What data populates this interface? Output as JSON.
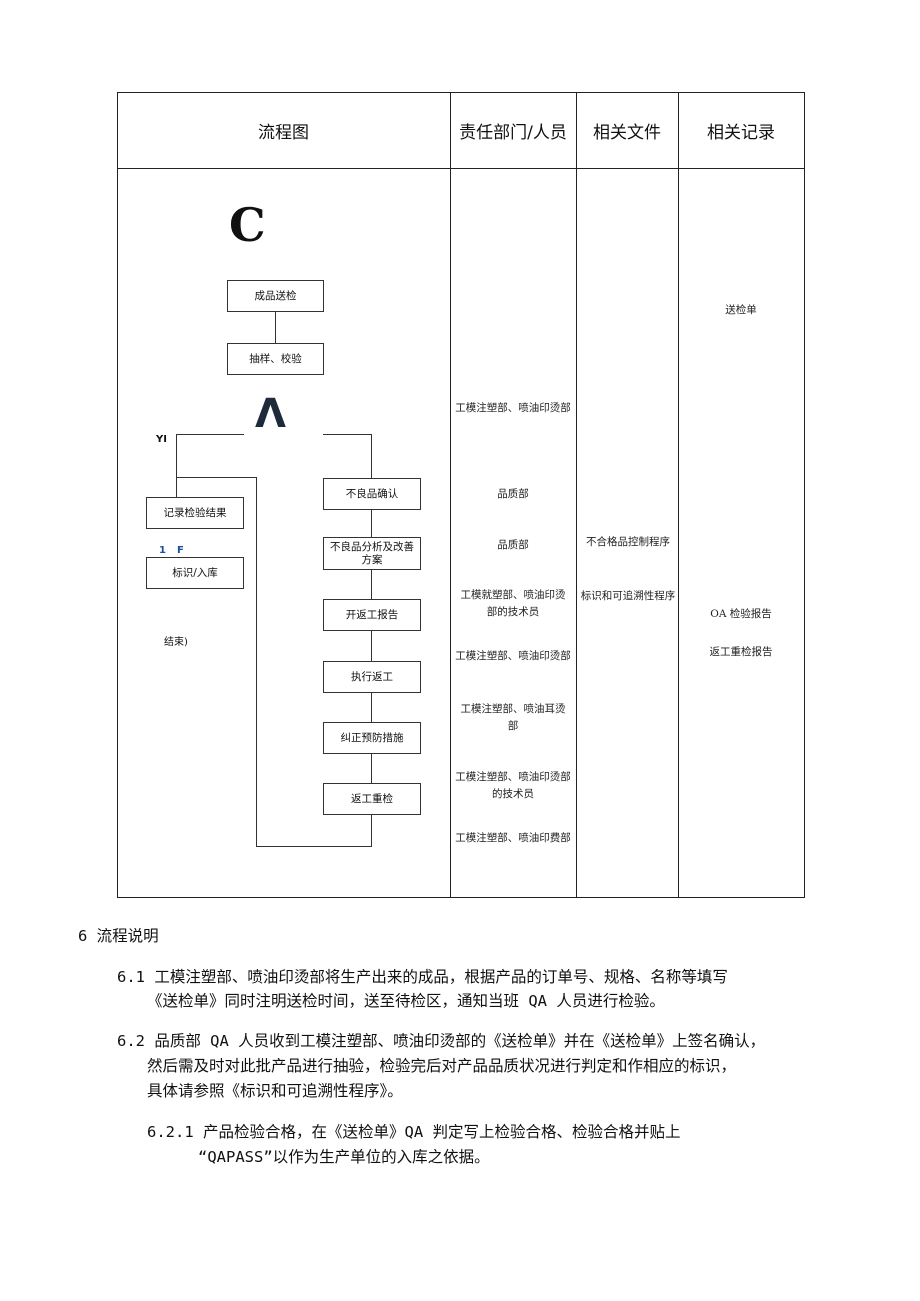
{
  "table": {
    "headers": [
      "流程图",
      "责任部门/人员",
      "相关文件",
      "相关记录"
    ],
    "flow": {
      "start_symbol": "C",
      "decision_symbol": "Λ",
      "yes_label": "YI",
      "step_label_1": "1",
      "step_label_f": "F",
      "boxes": {
        "submit": "成品送检",
        "sample": "抽样、校验",
        "record": "记录检验结果",
        "mark": "标识/入库",
        "confirm": "不良品确认",
        "analysis": "不良品分析及改善方案",
        "rework_report": "开返工报告",
        "execute": "执行返工",
        "corrective": "纠正预防措施",
        "recheck": "返工重检"
      },
      "end_label": "结束)"
    },
    "departments": [
      "工模注塑部、喷油印烫部",
      "品质部",
      "品质部",
      "工模就塑部、喷油印烫部的技术员",
      "工模注塑部、喷油印烫部",
      "工模注塑部、喷油耳烫部",
      "工模注塑部、喷油印烫部的技术员",
      "工模注塑部、喷油印费部"
    ],
    "documents": [
      "不合格品控制程序",
      "标识和可追溯性程序"
    ],
    "records": [
      "送检单",
      "OA 检验报告",
      "返工重检报告"
    ]
  },
  "section": {
    "title": "6 流程说明",
    "p61_line1": "6.1 工模注塑部、喷油印烫部将生产出来的成品，根据产品的订单号、规格、名称等填写",
    "p61_line2": "《送检单》同时注明送检时间，送至待检区，通知当班 QA 人员进行检验。",
    "p62_line1": "6.2 品质部 QA 人员收到工模注塑部、喷油印烫部的《送检单》并在《送检单》上签名确认，",
    "p62_line2": "然后需及时对此批产品进行抽验，检验完后对产品品质状况进行判定和作相应的标识，",
    "p62_line3": "具体请参照《标识和可追溯性程序》。",
    "p621_line1": "6.2.1 产品检验合格，在《送检单》QA 判定写上检验合格、检验合格并贴上",
    "p621_line2": "“QAPASS”以作为生产单位的入库之依据。"
  }
}
